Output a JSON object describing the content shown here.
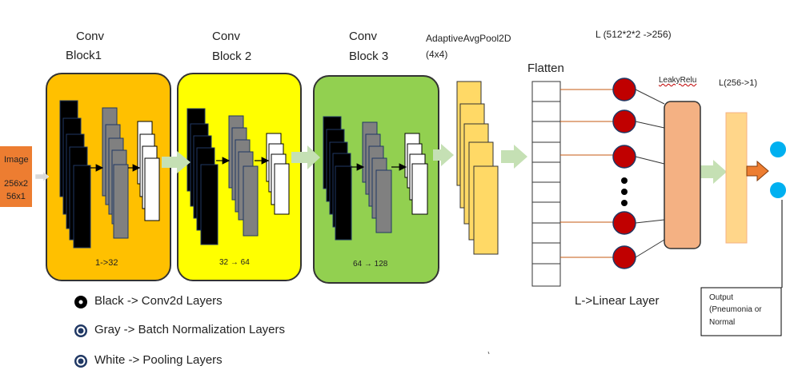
{
  "input": {
    "label": "Image",
    "size_line1": "256x2",
    "size_line2": "56x1"
  },
  "blocks": [
    {
      "title_line1": "Conv",
      "title_line2": "Block1",
      "channels": "1->32",
      "color": "#ffc000"
    },
    {
      "title_line1": "Conv",
      "title_line2": "Block 2",
      "channels": "32 → 64",
      "color": "#ffff00"
    },
    {
      "title_line1": "Conv",
      "title_line2": "Block 3",
      "channels": "64 → 128",
      "color": "#92d050"
    }
  ],
  "pool": {
    "title": "AdaptiveAvgPool2D",
    "subtitle": "(4x4)",
    "color": "#ffd966"
  },
  "flatten": {
    "title": "Flatten"
  },
  "linear1": {
    "title": "L (512*2*2 ->256)"
  },
  "activation": {
    "title": "LeakyRelu",
    "color": "#f4b183"
  },
  "linear2": {
    "title": "L(256->1)",
    "color": "#ffd68a"
  },
  "linear_caption": "L->Linear Layer",
  "output": {
    "line1": "Output",
    "line2": "(Pneumonia or",
    "line3": "Normal"
  },
  "legend": [
    {
      "text": "Black -> Conv2d Layers",
      "icon": "black-circle-icon"
    },
    {
      "text": "Gray -> Batch Normalization Layers",
      "icon": "gray-ring-icon"
    },
    {
      "text": "White -> Pooling Layers",
      "icon": "white-ring-icon"
    }
  ],
  "colors": {
    "input": "#ed7d31",
    "arrow": "#c5e0b4",
    "neuron": "#c00000",
    "output_node": "#00b0f0",
    "output_arrow": "#ed7d31",
    "conv_layer": "#000000",
    "bn_layer": "#808080",
    "pool_layer": "#ffffff"
  }
}
